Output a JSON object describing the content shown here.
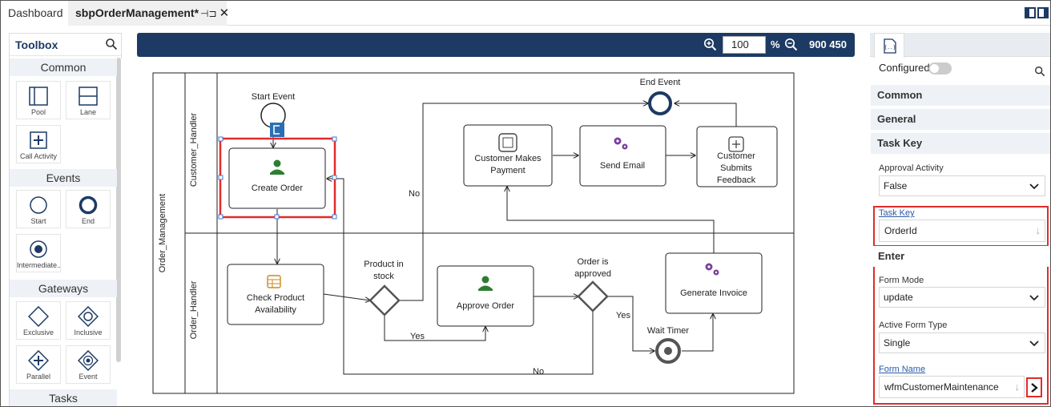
{
  "tabs": [
    {
      "label": "Dashboard"
    },
    {
      "label": "sbpOrderManagement",
      "modified": "*",
      "pin_glyph": "⊣⊐",
      "close_glyph": "✕"
    }
  ],
  "toolbox": {
    "title": "Toolbox",
    "sections": {
      "common": "Common",
      "events": "Events",
      "gateways": "Gateways",
      "tasks": "Tasks"
    },
    "common_items": [
      {
        "label": "Pool",
        "icon": "pool-icon"
      },
      {
        "label": "Lane",
        "icon": "lane-icon"
      },
      {
        "label": "Call Activity",
        "icon": "call-activity-icon"
      }
    ],
    "event_items": [
      {
        "label": "Start",
        "icon": "start-event-icon"
      },
      {
        "label": "End",
        "icon": "end-event-icon"
      },
      {
        "label": "Intermediate...",
        "icon": "intermediate-event-icon"
      }
    ],
    "gateway_items": [
      {
        "label": "Exclusive",
        "icon": "exclusive-gateway-icon"
      },
      {
        "label": "Inclusive",
        "icon": "inclusive-gateway-icon"
      },
      {
        "label": "Parallel",
        "icon": "parallel-gateway-icon"
      },
      {
        "label": "Event",
        "icon": "event-gateway-icon"
      }
    ]
  },
  "canvas_toolbar": {
    "zoom": "100",
    "percent": "%",
    "size": "900 450"
  },
  "diagram": {
    "pool": "Order_Management",
    "lanes": [
      "Customer_Handler",
      "Order_Handler"
    ],
    "start_event": "Start Event",
    "end_event": "End Event",
    "tasks": {
      "create_order": "Create Order",
      "customer_payment": [
        "Customer Makes",
        "Payment"
      ],
      "send_email": "Send Email",
      "feedback": [
        "Customer",
        "Submits",
        "Feedback"
      ],
      "check_product": [
        "Check Product",
        "Availability"
      ],
      "approve_order": "Approve Order",
      "generate_invoice": "Generate Invoice"
    },
    "gateways": {
      "product_in_stock": [
        "Product in",
        "stock"
      ],
      "order_approved": [
        "Order is",
        "approved"
      ]
    },
    "wait_timer": "Wait Timer",
    "flow_labels": {
      "no1": "No",
      "yes1": "Yes",
      "yes2": "Yes",
      "no2": "No"
    }
  },
  "properties": {
    "configured": "Configured",
    "sections": {
      "common": "Common",
      "general": "General",
      "task_key": "Task Key",
      "enter": "Enter"
    },
    "approval_activity": {
      "label": "Approval Activity",
      "value": "False"
    },
    "task_key": {
      "label": "Task Key",
      "value": "OrderId"
    },
    "form_mode": {
      "label": "Form Mode",
      "value": "update"
    },
    "active_form_type": {
      "label": "Active Form Type",
      "value": "Single"
    },
    "form_name": {
      "label": "Form Name",
      "value": "wfmCustomerMaintenance"
    }
  },
  "colors": {
    "navy": "#1c3a63",
    "highlight": "#e32b2b",
    "user_green": "#2e7d32",
    "gear_purple": "#7b3fa0"
  }
}
